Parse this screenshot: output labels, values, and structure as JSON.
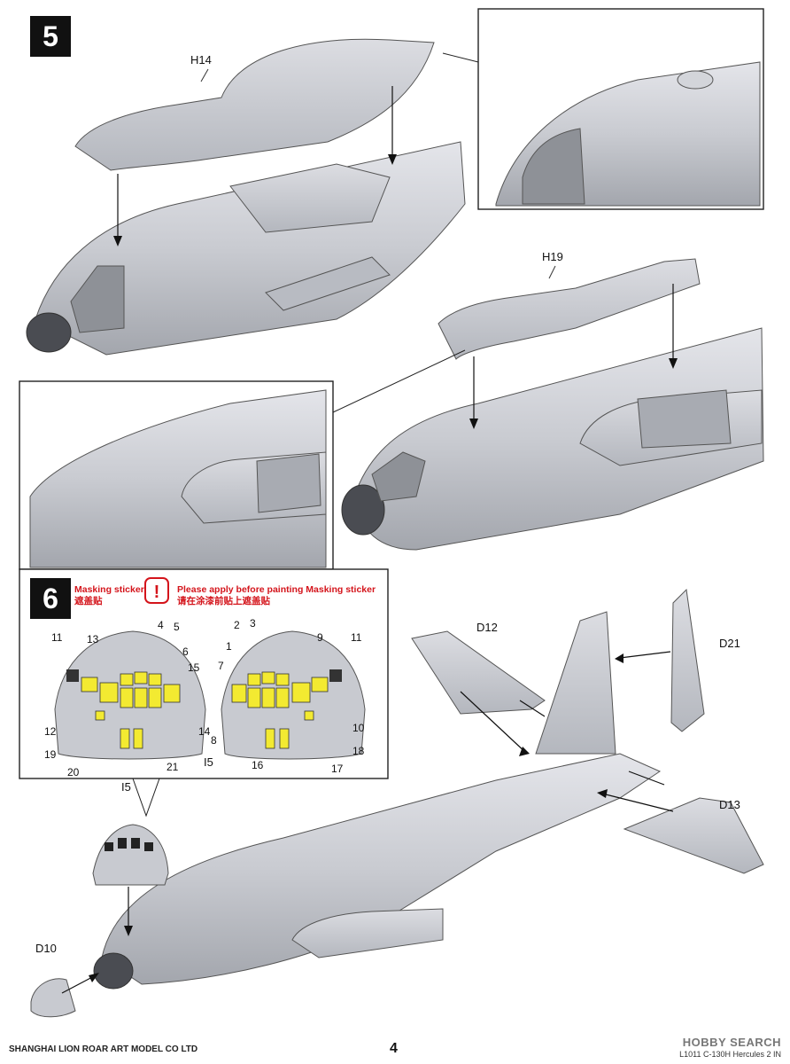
{
  "steps": [
    {
      "number": "5"
    },
    {
      "number": "6"
    }
  ],
  "parts": {
    "h14": "H14",
    "h19": "H19",
    "d12": "D12",
    "d21": "D21",
    "d13": "D13",
    "i5_top": "I5",
    "i5_canopy": "I5",
    "d10": "D10"
  },
  "masking": {
    "title_cn_en": "Masking sticker",
    "title_cn": "遮盖贴",
    "warning_en": "Please apply before painting Masking sticker",
    "warning_cn": "请在涂漆前贴上遮盖贴",
    "numbers_left": [
      "11",
      "13",
      "4",
      "5",
      "6",
      "15",
      "12",
      "19",
      "20",
      "21",
      "14"
    ],
    "numbers_right": [
      "2",
      "3",
      "1",
      "7",
      "9",
      "11",
      "10",
      "18",
      "8",
      "16",
      "17"
    ]
  },
  "footer": {
    "company": "SHANGHAI LION ROAR ART MODEL CO LTD",
    "page": "4",
    "product": "L1011 C-130H Hercules 2 IN",
    "watermark": "HOBBY SEARCH"
  }
}
